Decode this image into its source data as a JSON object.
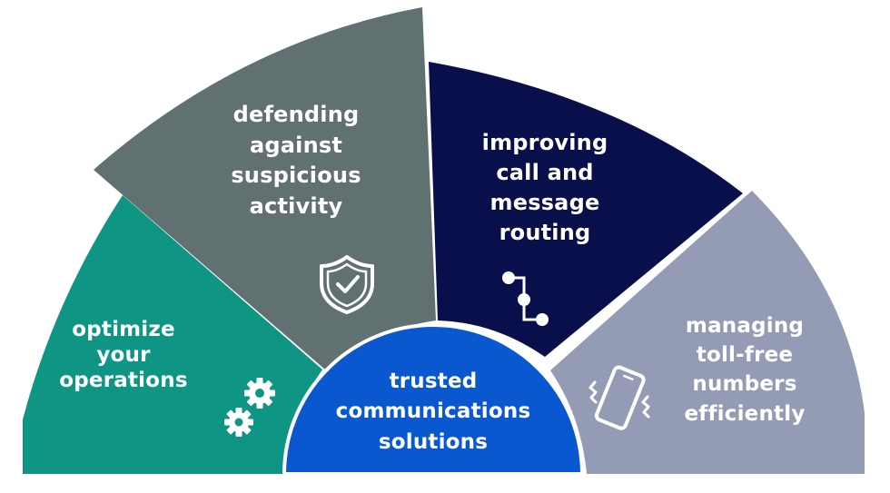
{
  "colors": {
    "teal": "#0e9584",
    "gray": "#617171",
    "navy": "#080f4a",
    "lavender": "#939bb5",
    "blue": "#0a58d0",
    "text": "#ffffff"
  },
  "segments": [
    {
      "id": "operations",
      "lines": [
        "optimize",
        "your",
        "operations"
      ],
      "icon": "gears-icon"
    },
    {
      "id": "defending",
      "lines": [
        "defending",
        "against",
        "suspicious",
        "activity"
      ],
      "icon": "shield-check-icon"
    },
    {
      "id": "routing",
      "lines": [
        "improving",
        "call and",
        "message",
        "routing"
      ],
      "icon": "routing-path-icon"
    },
    {
      "id": "tollfree",
      "lines": [
        "managing",
        "toll-free",
        "numbers",
        "efficiently"
      ],
      "icon": "vibrating-phone-icon"
    }
  ],
  "center": {
    "lines": [
      "trusted",
      "communications",
      "solutions"
    ]
  }
}
